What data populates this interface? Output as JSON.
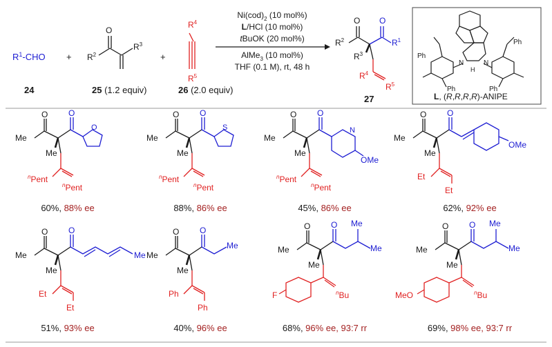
{
  "reaction": {
    "aldehyde": {
      "r": "R",
      "sup": "1",
      "tail": "-CHO",
      "num": "24"
    },
    "enone": {
      "r2": "R",
      "r2sup": "2",
      "r3": "R",
      "r3sup": "3",
      "num": "25",
      "equiv": "(1.2 equiv)"
    },
    "alkyne": {
      "r4": "R",
      "r4sup": "4",
      "r5": "R",
      "r5sup": "5",
      "num": "26",
      "equiv": "(2.0 equiv)"
    },
    "plus": "+",
    "conditions": {
      "c1a": "Ni(cod)",
      "c1sub": "2",
      "c1b": " (10 mol%)",
      "c2a": "L",
      "c2b": "/HCl (10 mol%)",
      "c3a": "t",
      "c3b": "BuOK (20 mol%)",
      "c4a": "AlMe",
      "c4sub": "3",
      "c4b": " (10 mol%)",
      "c5": "THF (0.1 M), rt, 48 h"
    },
    "product": {
      "r1": "R",
      "r1sup": "1",
      "r2": "R",
      "r2sup": "2",
      "r3": "R",
      "r3sup": "3",
      "r4": "R",
      "r4sup": "4",
      "r5": "R",
      "r5sup": "5",
      "num": "27"
    },
    "ligand": {
      "ph": "Ph",
      "N": "N",
      "H": "H",
      "caption_l": "L",
      "caption_sep": ", (",
      "caption_r": "R",
      "caption_comma": ",",
      "caption_end": ")-ANIPE"
    }
  },
  "labels": {
    "me": "Me",
    "o": "O",
    "s": "S",
    "n": "N",
    "ome": "OMe",
    "meo": "MeO",
    "pent": "Pent",
    "n_sup": "n",
    "et": "Et",
    "ph": "Ph",
    "bu": "Bu",
    "f": "F"
  },
  "results": [
    {
      "yield": "60%, ",
      "ee": "88% ee",
      "rr": ""
    },
    {
      "yield": "88%, ",
      "ee": "86% ee",
      "rr": ""
    },
    {
      "yield": "45%, ",
      "ee": "86% ee",
      "rr": ""
    },
    {
      "yield": "62%, ",
      "ee": "92% ee",
      "rr": ""
    },
    {
      "yield": "51%, ",
      "ee": "93% ee",
      "rr": ""
    },
    {
      "yield": "40%, ",
      "ee": "96% ee",
      "rr": ""
    },
    {
      "yield": "68%, ",
      "ee": "96% ee",
      "rr": ", 93:7 rr"
    },
    {
      "yield": "69%, ",
      "ee": "98% ee",
      "rr": ", 93:7 rr"
    }
  ],
  "colors": {
    "substituent_r1": "#1c1cd2",
    "alkyne_derived": "#e02020",
    "ee": "#a32020",
    "ink": "#1a1a1a"
  }
}
